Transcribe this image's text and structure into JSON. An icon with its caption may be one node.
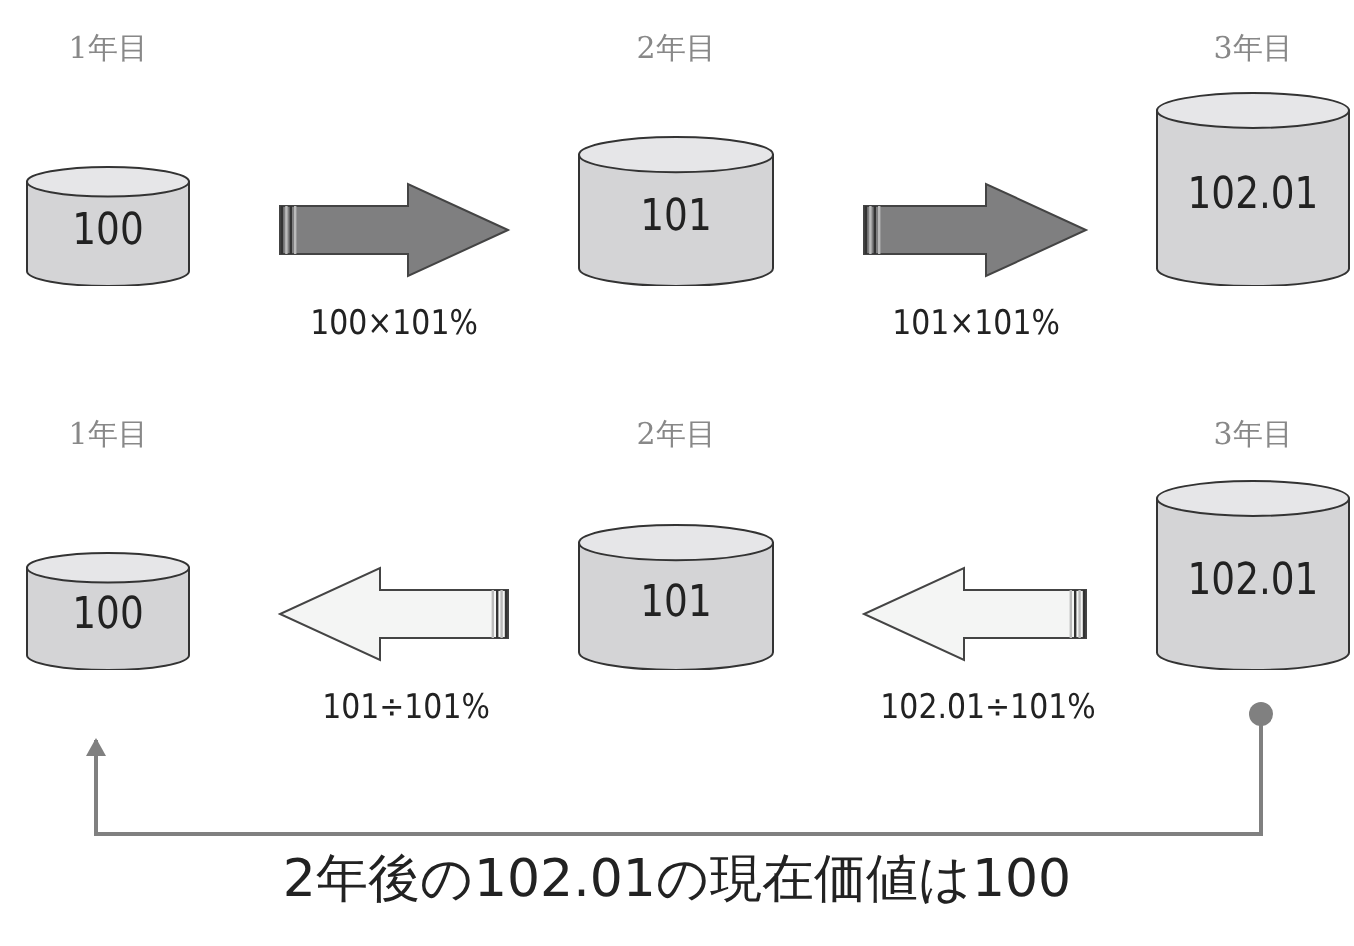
{
  "diagram": {
    "nodes": [
      {
        "text": [
          "100"
        ],
        "beside": [
          "1年目"
        ]
      },
      {
        "text": [
          "101"
        ],
        "beside": [
          "2年目"
        ]
      },
      {
        "text": [
          "102.01"
        ],
        "beside": [
          "3年目"
        ]
      },
      {
        "text": [
          "100"
        ],
        "beside": [
          "1年目"
        ]
      },
      {
        "text": [
          "101"
        ],
        "beside": [
          "2年目"
        ]
      },
      {
        "text": [
          "102.01"
        ],
        "beside": [
          "3年目"
        ]
      }
    ],
    "edges": [
      {
        "from": 0,
        "to": 1,
        "arrow": "to",
        "label": "100×101%",
        "style": "thick",
        "color": "#7f7f80"
      },
      {
        "from": 1,
        "to": 2,
        "arrow": "to",
        "label": "101×101%",
        "style": "thick",
        "color": "#7f7f80"
      },
      {
        "from": 5,
        "to": 4,
        "arrow": "to",
        "label": "102.01÷101%",
        "style": "thick",
        "color": "#f4f5f4"
      },
      {
        "from": 4,
        "to": 3,
        "arrow": "to",
        "label": "101÷101%",
        "style": "thick",
        "color": "#f4f5f4"
      },
      {
        "from": 5,
        "to": 3,
        "arrow": "to"
      }
    ],
    "caption": "2年後の102.01の現在価値は100"
  }
}
